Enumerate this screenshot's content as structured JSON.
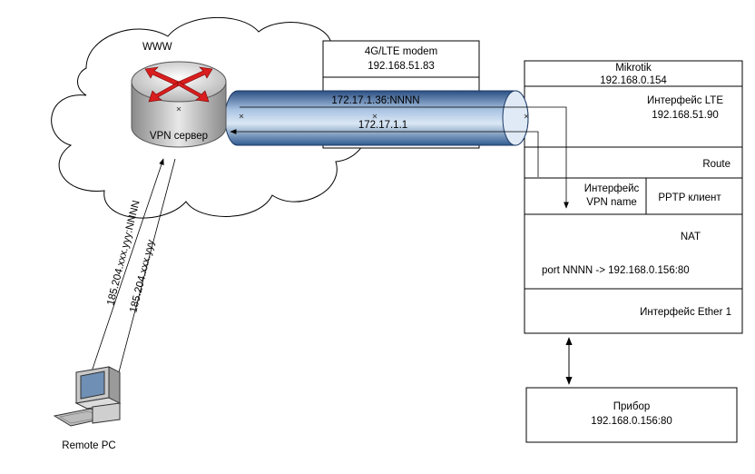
{
  "cloud": {
    "label": "WWW"
  },
  "vpn_server": {
    "label": "VPN сервер"
  },
  "modem": {
    "name": "4G/LTE modem",
    "ip": "192.168.51.83"
  },
  "tunnel": {
    "top_label": "172.17.1.36:NNNN",
    "bottom_label": "172.17.1.1"
  },
  "mikrotik": {
    "name": "Mikrotik",
    "ip": "192.168.0.154",
    "lte_interface": "Интерфейс LTE",
    "lte_ip": "192.168.51.90",
    "route": "Route",
    "vpn_interface_line1": "Интерфейс",
    "vpn_interface_line2": "VPN name",
    "pptp_client": "PPTP клиент",
    "nat": "NAT",
    "nat_rule": "port NNNN ->  192.168.0.156:80",
    "ether_interface": "Интерфейс Ether 1"
  },
  "device": {
    "name": "Прибор",
    "ip": "192.168.0.156:80"
  },
  "remote_pc": {
    "label": "Remote PC"
  },
  "links": {
    "to_server": "185.204.xxx.yyy:NNNN",
    "from_server": "185.204.xxx.yyy"
  }
}
